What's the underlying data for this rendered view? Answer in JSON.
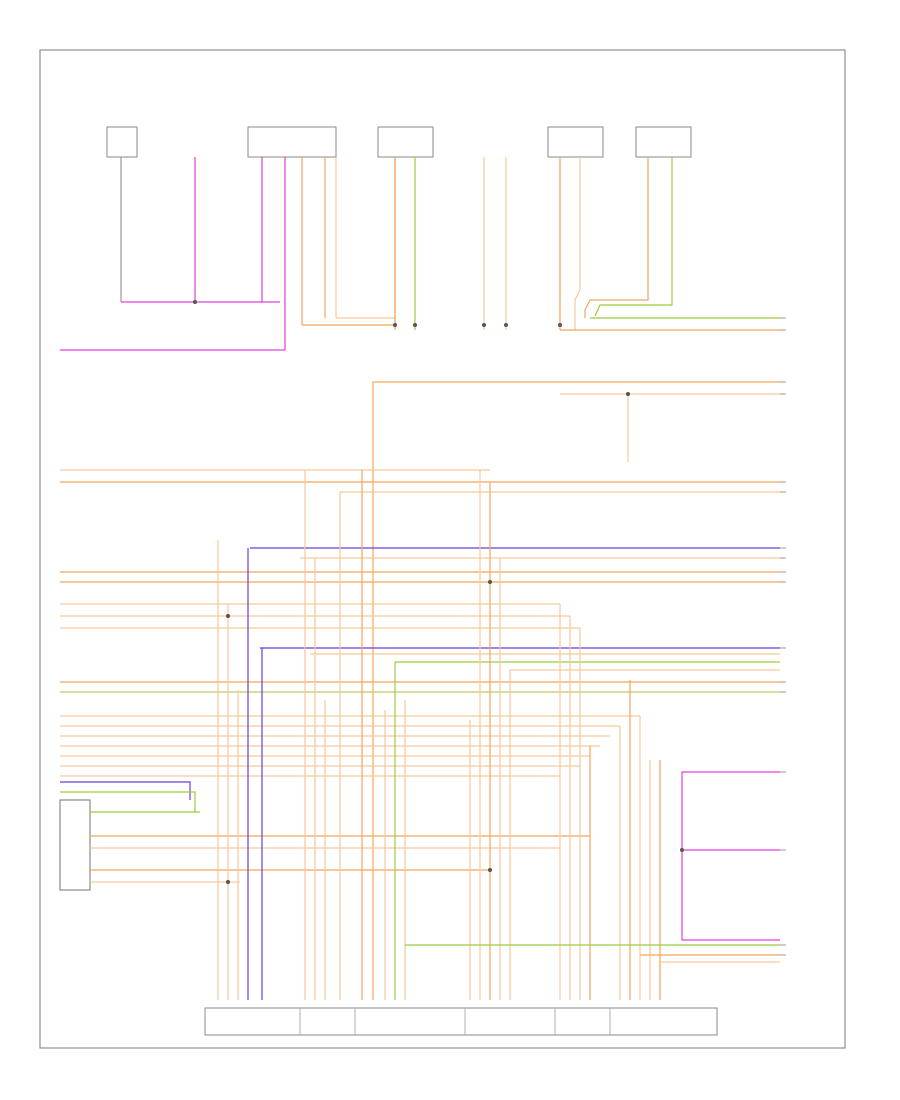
{
  "title": "",
  "legibility_note_hidden": "",
  "colors": {
    "border": "#7a7a7a",
    "orange": "#f5a55a",
    "tan": "#f5c99b",
    "pink": "#e040d8",
    "purple": "#6b3fd6",
    "green": "#9ccc3c",
    "olive": "#c8c860",
    "gray": "#9a9a9a"
  },
  "components": [
    {
      "key": "c1",
      "label": ""
    },
    {
      "key": "c2",
      "label": ""
    },
    {
      "key": "c3",
      "label": ""
    },
    {
      "key": "c4",
      "label": ""
    },
    {
      "key": "c5",
      "label": ""
    },
    {
      "key": "c6",
      "label": ""
    },
    {
      "key": "c7",
      "label": ""
    },
    {
      "key": "bottom_module",
      "label": ""
    },
    {
      "key": "lower_left_module",
      "label": ""
    }
  ]
}
